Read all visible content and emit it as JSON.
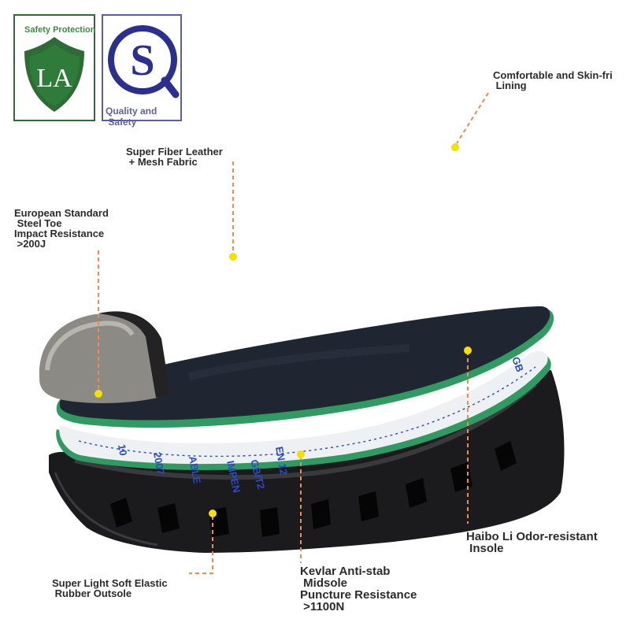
{
  "badges": {
    "la": {
      "caption": "Safety Protection",
      "logo_text": "LA"
    },
    "qs": {
      "caption_line1": "Quality and",
      "caption_line2": " Safety",
      "logo_text": "S"
    }
  },
  "labels": {
    "lining": [
      "Comfortable and Skin-fri",
      " Lining"
    ],
    "upper": [
      "Super Fiber Leather",
      " + Mesh Fabric"
    ],
    "toe": [
      "European Standard",
      " Steel Toe",
      "Impact Resistance",
      " >200J"
    ],
    "insole": [
      "Haibo Li Odor-resistant",
      " Insole"
    ],
    "outsole": [
      "Super Light Soft Elastic",
      " Rubber Outsole"
    ],
    "midsole": [
      "Kevlar Anti-stab",
      " Midsole",
      "Puncture Resistance",
      " >1100N"
    ]
  },
  "midsole_print": [
    "GB/T2",
    "EN 12",
    "IMPEN",
    "ABLE",
    "2007",
    "GB",
    "10"
  ],
  "colors": {
    "leader": "#f08a50",
    "dot": "#f5e000",
    "badge_green": "#2e6b36",
    "badge_purple": "#2b2f8f",
    "insole_top": "#1f2631",
    "insole_edge": "#2f9a62",
    "midsole": "#eef1f4",
    "outsole": "#1b1b1d",
    "toe_cap": "#8c8a84"
  },
  "icons": [
    "shield-icon",
    "seal-icon"
  ]
}
